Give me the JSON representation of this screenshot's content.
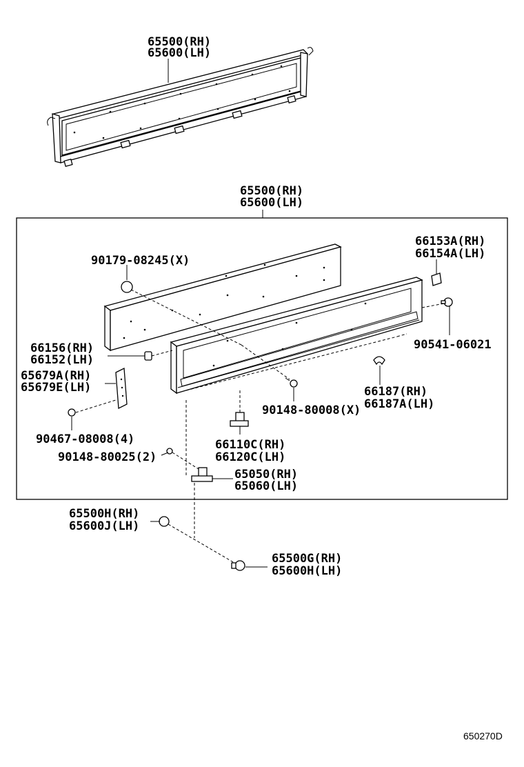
{
  "labels": {
    "top_rh": "65500(RH)",
    "top_lh": "65600(LH)",
    "box_rh": "65500(RH)",
    "box_lh": "65600(LH)",
    "p90179": "90179-08245(X)",
    "p66153": "66153A(RH)",
    "p66154": "66154A(LH)",
    "p66156": "66156(RH)",
    "p66152": "66152(LH)",
    "p90541": "90541-06021",
    "p65679a": "65679A(RH)",
    "p65679e": "65679E(LH)",
    "p66187": "66187(RH)",
    "p66187a": "66187A(LH)",
    "p90148x": "90148-80008(X)",
    "p90467": "90467-08008(4)",
    "p66110": "66110C(RH)",
    "p66120": "66120C(LH)",
    "p90148_2": "90148-80025(2)",
    "p65050": "65050(RH)",
    "p65060": "65060(LH)",
    "p65500h": "65500H(RH)",
    "p65600j": "65600J(LH)",
    "p65500g": "65500G(RH)",
    "p65600h": "65600H(LH)"
  },
  "figure_code": "650270D"
}
